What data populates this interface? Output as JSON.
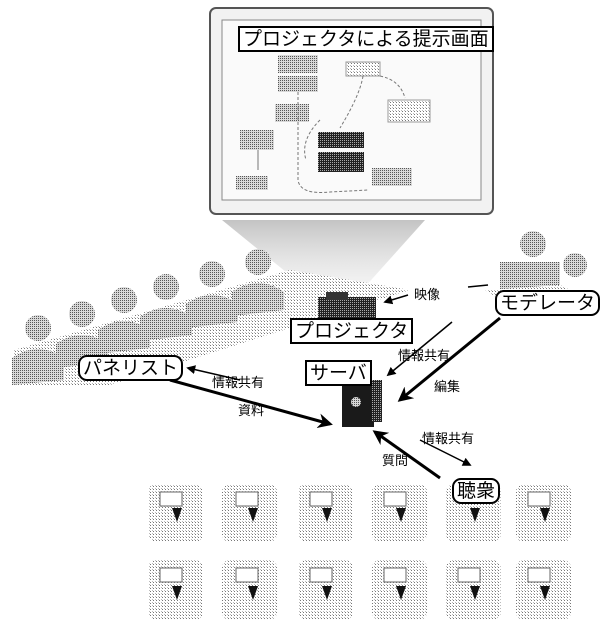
{
  "screen": {
    "title": "プロジェクタによる提示画面"
  },
  "labels": {
    "projector": "プロジェクタ",
    "moderator": "モデレータ",
    "panelist": "パネリスト",
    "server": "サーバ",
    "audience": "聴衆"
  },
  "arrows": {
    "video": "映像",
    "share_moderator": "情報共有",
    "edit": "編集",
    "share_panelist": "情報共有",
    "materials": "資料",
    "share_audience": "情報共有",
    "question": "質問"
  },
  "colors": {
    "ink": "#000000",
    "gray_dark": "#555555",
    "gray_mid": "#8a8a8a",
    "gray_light": "#c8c8c8"
  }
}
